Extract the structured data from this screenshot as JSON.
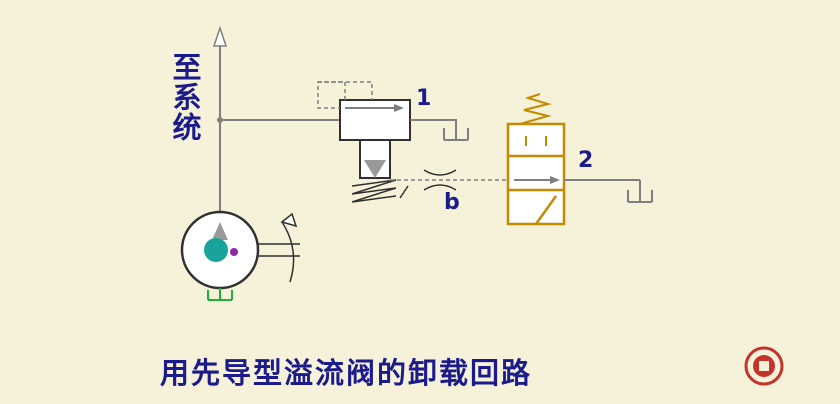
{
  "diagram": {
    "supply_label": "至系统",
    "valve1_tag": "1",
    "valve2_tag": "2",
    "throttle_tag": "b",
    "caption": "用先导型溢流阀的卸载回路"
  },
  "colors": {
    "background": "#f6f2d9",
    "line": "#7f7f7f",
    "text": "#1b1b8c",
    "valve_outline": "#303030",
    "solenoid_valve": "#c58a00",
    "pump_center": "#1aa39b",
    "ground_green": "#1fb03c",
    "logo": "#c4342c"
  }
}
